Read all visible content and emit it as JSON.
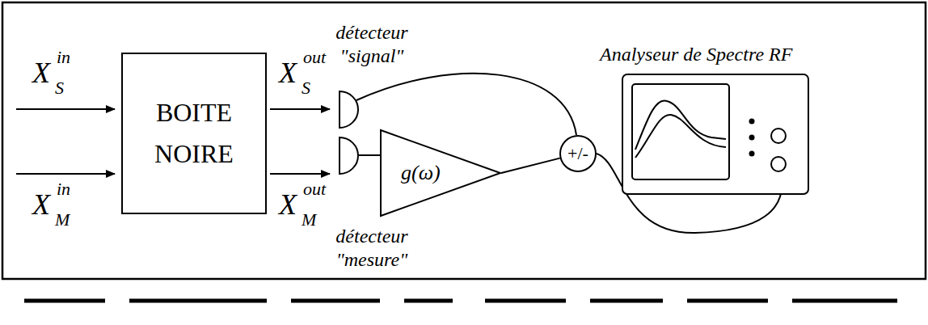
{
  "diagram": {
    "nodes": [
      {
        "text": [
          "BOITE NOIRE"
        ]
      },
      {
        "text": [
          "g(ω)"
        ]
      },
      {
        "text": [
          "+/-"
        ]
      }
    ],
    "edges": [
      {
        "from": 1,
        "to": 2,
        "arrow": "none"
      }
    ],
    "labels": [
      "X",
      "S",
      "in",
      "X",
      "M",
      "in",
      "X",
      "S",
      "out",
      "X",
      "M",
      "out",
      "détecteur \"signal\"",
      "détecteur \"mesure\"",
      "Analyseur de Spectre RF"
    ]
  }
}
